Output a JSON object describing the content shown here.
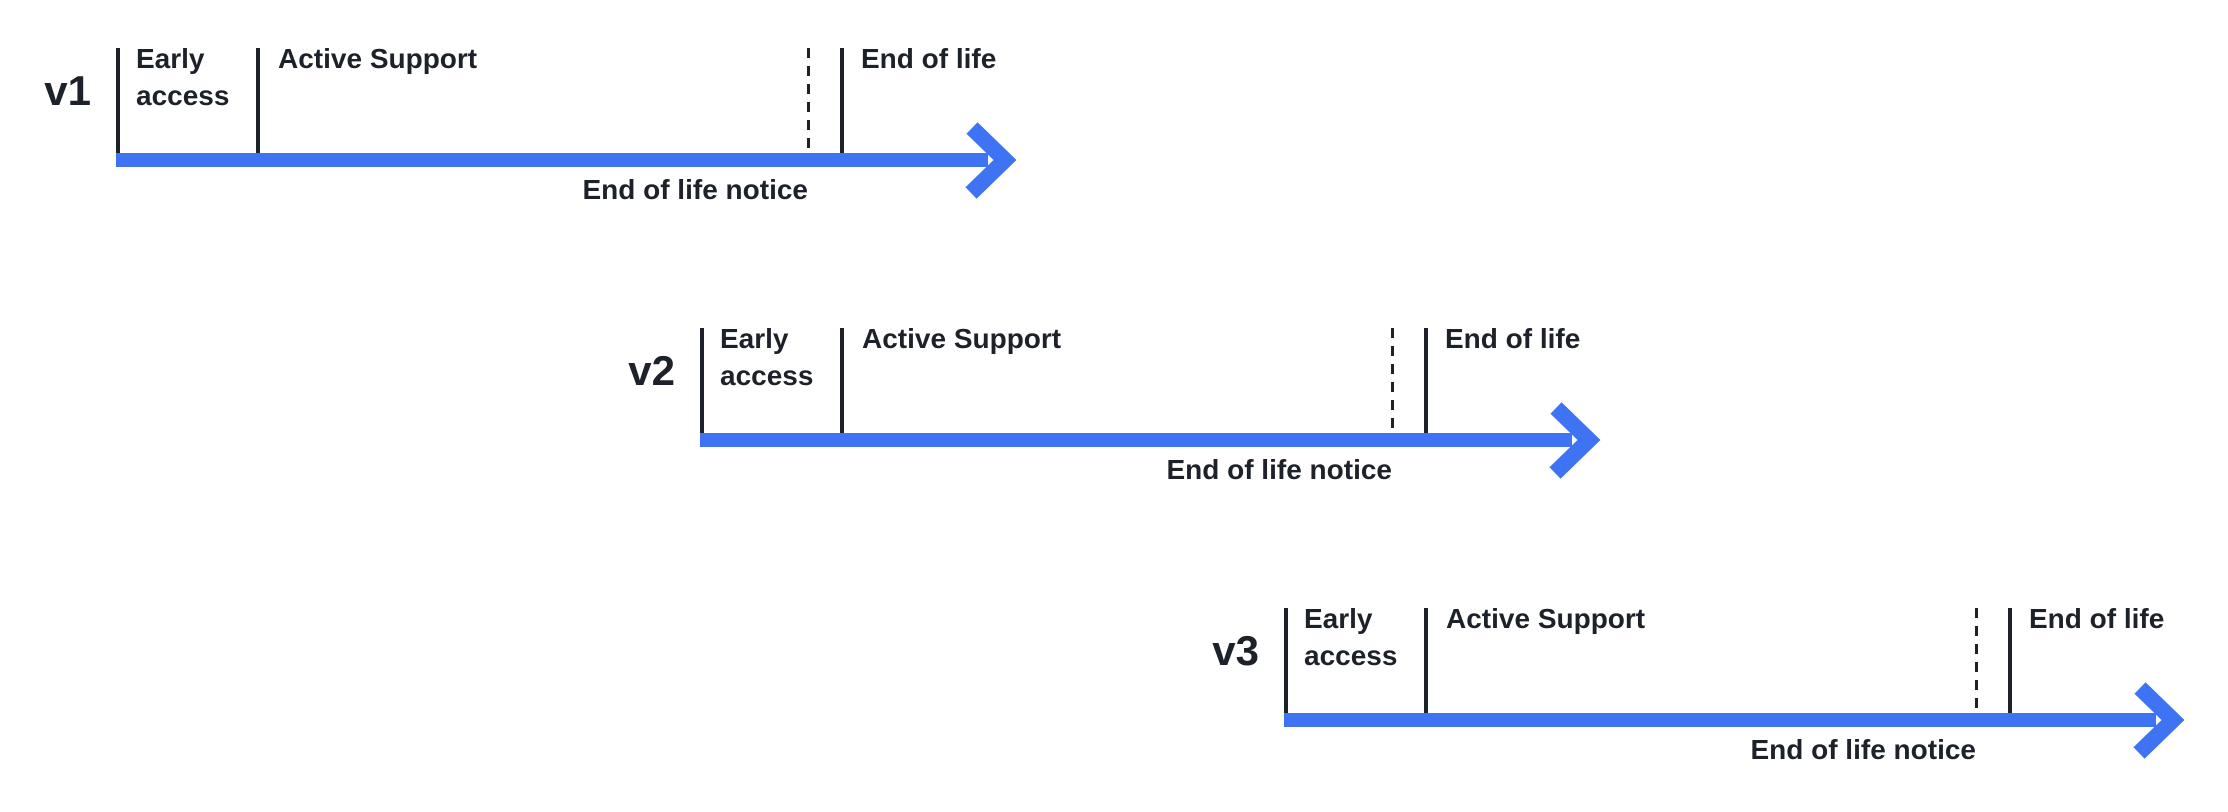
{
  "diagram": {
    "colors": {
      "arrow": "#3E73F3",
      "ink": "#1D2129",
      "background": "#FFFFFF"
    },
    "rows": [
      {
        "version": "v1",
        "labels": {
          "early_access": "Early access",
          "active_support": "Active Support",
          "end_of_life": "End of life",
          "end_of_life_notice": "End of life notice"
        }
      },
      {
        "version": "v2",
        "labels": {
          "early_access": "Early access",
          "active_support": "Active Support",
          "end_of_life": "End of life",
          "end_of_life_notice": "End of life notice"
        }
      },
      {
        "version": "v3",
        "labels": {
          "early_access": "Early access",
          "active_support": "Active Support",
          "end_of_life": "End of life",
          "end_of_life_notice": "End of life notice"
        }
      }
    ]
  }
}
